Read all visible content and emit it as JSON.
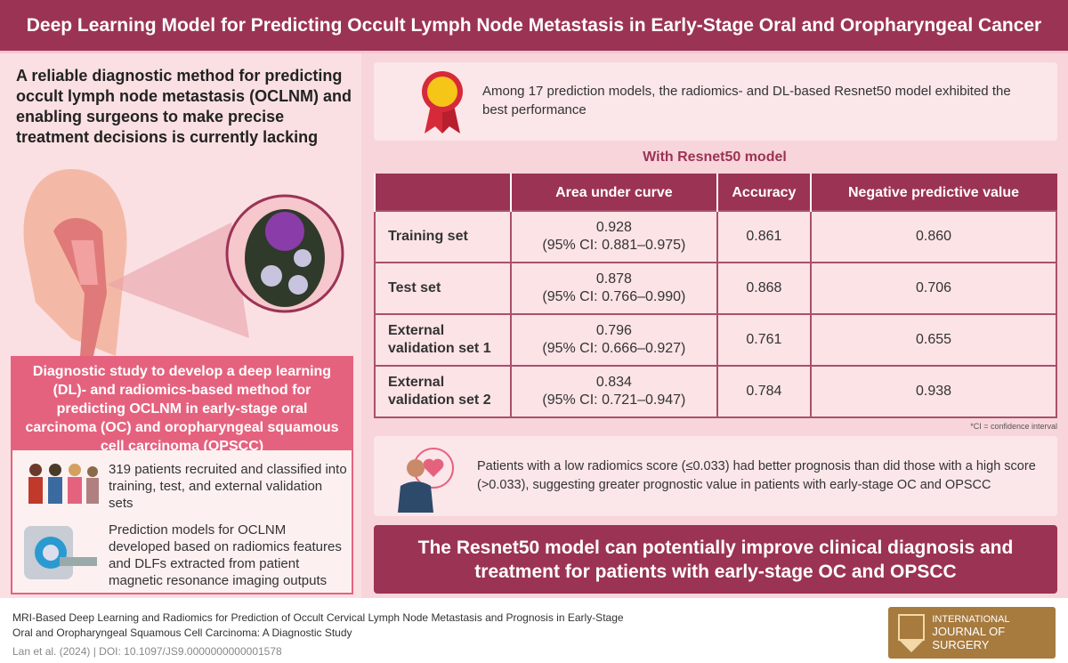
{
  "header": {
    "title": "Deep Learning Model for Predicting Occult Lymph Node Metastasis in Early-Stage Oral and Oropharyngeal Cancer"
  },
  "left": {
    "lead": "A reliable diagnostic method for predicting occult lymph node metastasis (OCLNM) and enabling surgeons to make precise treatment decisions is currently lacking",
    "study": "Diagnostic study to develop a deep learning (DL)- and radiomics-based method for predicting OCLNM in early-stage oral carcinoma (OC) and oropharyngeal squamous cell carcinoma (OPSCC)",
    "items": [
      {
        "icon": "people-icon",
        "text": "319 patients recruited and classified into training, test, and external validation sets"
      },
      {
        "icon": "mri-scanner-icon",
        "text": "Prediction models for OCLNM developed based on radiomics features and DLFs extracted from patient magnetic resonance imaging outputs"
      }
    ]
  },
  "right": {
    "award": "Among 17 prediction models, the radiomics- and DL-based Resnet50 model exhibited the best performance",
    "table_title": "With Resnet50 model",
    "columns": [
      "",
      "Area under curve",
      "Accuracy",
      "Negative predictive value"
    ],
    "rows": [
      {
        "label": "Training set",
        "auc": "0.928",
        "ci": "(95% CI: 0.881–0.975)",
        "acc": "0.861",
        "npv": "0.860"
      },
      {
        "label": "Test set",
        "auc": "0.878",
        "ci": "(95% CI: 0.766–0.990)",
        "acc": "0.868",
        "npv": "0.706"
      },
      {
        "label": "External validation set 1",
        "auc": "0.796",
        "ci": "(95% CI: 0.666–0.927)",
        "acc": "0.761",
        "npv": "0.655"
      },
      {
        "label": "External validation set 2",
        "auc": "0.834",
        "ci": "(95% CI: 0.721–0.947)",
        "acc": "0.784",
        "npv": "0.938"
      }
    ],
    "footnote": "*CI = confidence interval",
    "patient": "Patients with a low radiomics score (≤0.033) had better prognosis than did those with a high score (>0.033), suggesting greater prognostic value in patients with early-stage OC and OPSCC",
    "conclusion": "The Resnet50 model can potentially improve clinical diagnosis and treatment for patients with early-stage OC and OPSCC"
  },
  "footer": {
    "title1": "MRI-Based Deep Learning and Radiomics for Prediction of Occult Cervical Lymph Node Metastasis and Prognosis in Early-Stage",
    "title2": "Oral and Oropharyngeal Squamous Cell Carcinoma: A Diagnostic Study",
    "authors": "Lan et al. (2024) | DOI: 10.1097/JS9.0000000000001578",
    "logo1": "INTERNATIONAL",
    "logo2": "JOURNAL OF SURGERY"
  },
  "colors": {
    "accent": "#9b3355",
    "pink": "#e5627f",
    "bg": "#f8d5da"
  }
}
